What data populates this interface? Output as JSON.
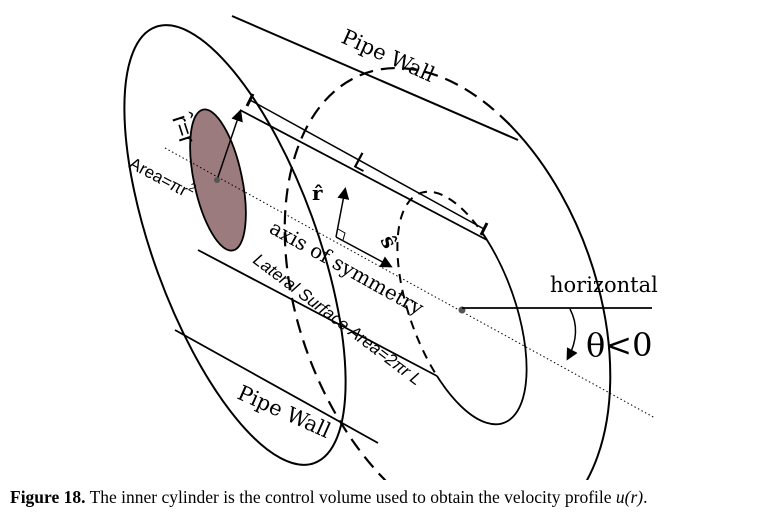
{
  "figure": {
    "labels": {
      "pipe_wall_top": "Pipe Wall",
      "pipe_wall_bottom": "Pipe Wall",
      "radius": "r̂=r",
      "area": "Area=πr",
      "area_exponent": "2",
      "length": "L",
      "r_hat": "r̂",
      "s_hat": "ŝ",
      "axis": "axis of symmetry",
      "lateral_area": "Lateral Surface Area=2πr L",
      "horizontal": "horizontal",
      "angle": "θ<0"
    },
    "colors": {
      "cross_section_fill": "#9b7b7e",
      "line": "#000000"
    }
  },
  "caption": {
    "label": "Figure 18.",
    "text_before": " The inner cylinder is the control volume used to obtain the velocity profile ",
    "math": "u(r)",
    "text_after": "."
  }
}
